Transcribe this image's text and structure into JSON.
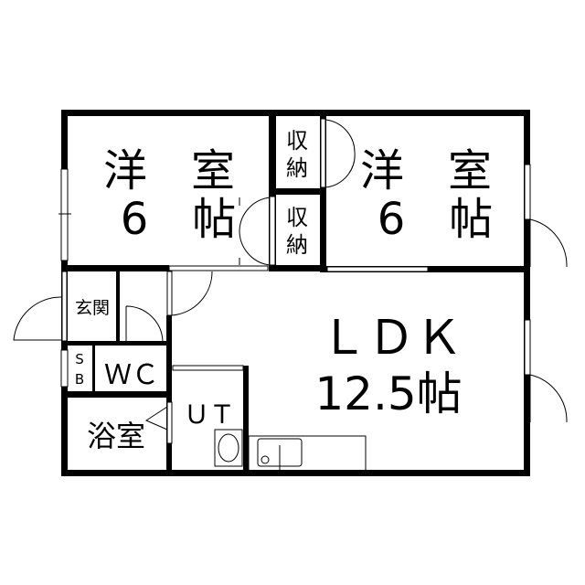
{
  "rooms": {
    "bedroom_west": {
      "name": "洋　室",
      "size": "6　帖"
    },
    "bedroom_east": {
      "name": "洋　室",
      "size": "6　帖"
    },
    "closet_upper": {
      "line1": "収",
      "line2": "納"
    },
    "closet_lower": {
      "line1": "収",
      "line2": "納"
    },
    "entrance": "玄関",
    "shoe_box": {
      "line1": "S",
      "line2": "B"
    },
    "toilet": "ＷＣ",
    "bath": "浴室",
    "utility": "ＵＴ",
    "ldk": {
      "name": "ＬＤＫ",
      "size": "12.5帖"
    }
  }
}
